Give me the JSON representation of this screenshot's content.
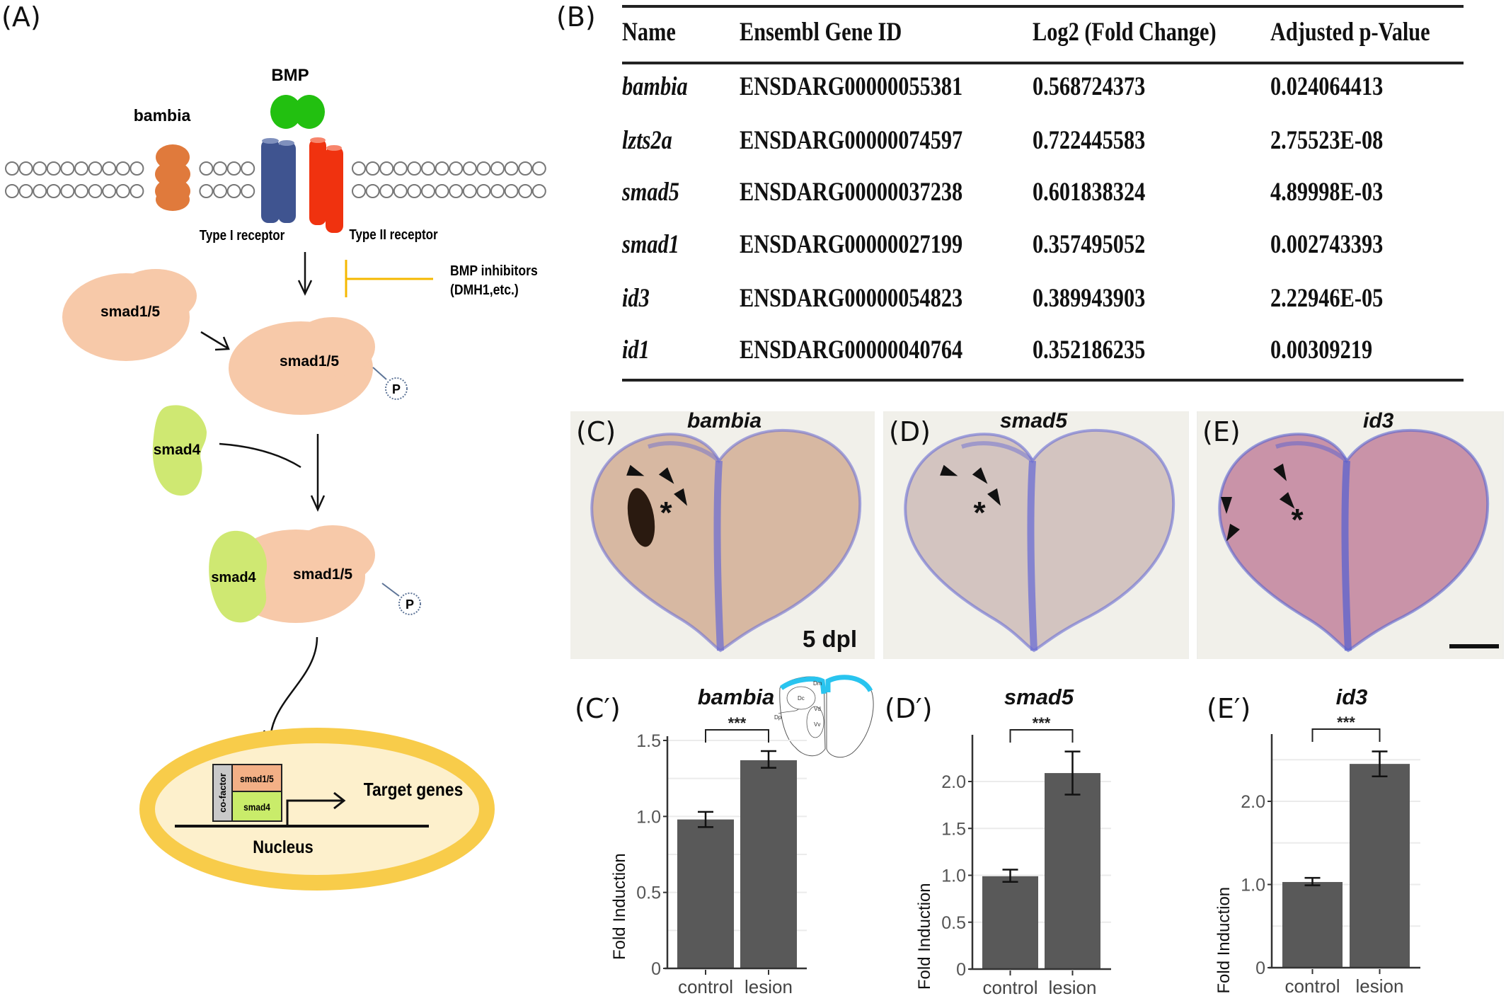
{
  "figure": {
    "panel_labels": {
      "A": "(A)",
      "B": "(B)",
      "C": "(C)",
      "D": "(D)",
      "E": "(E)",
      "Cp": "(C′)",
      "Dp": "(D′)",
      "Ep": "(E′)"
    }
  },
  "pathway": {
    "bmp_label": "BMP",
    "bambia_label": "bambia",
    "type1_label": "Type I receptor",
    "type2_label": "Type II receptor",
    "inhibitor_line1": "BMP inhibitors",
    "inhibitor_line2": "(DMH1,etc.)",
    "smad15_label": "smad1/5",
    "smad4_label": "smad4",
    "phospho_label": "P",
    "cofactor_label": "co-factor",
    "target_genes_label": "Target genes",
    "nucleus_label": "Nucleus",
    "colors": {
      "bmp": "#22c010",
      "bambia": "#e07a3c",
      "type1": "#3f5490",
      "type2": "#f0320f",
      "smad15": "#f7c9a9",
      "smad4": "#cfe872",
      "inhibitor": "#f5b800",
      "nucleus_ring": "#f8cc4a",
      "nucleus_fill": "#fdf0cc",
      "cofactor": "#c9c9c9",
      "cell_smad15": "#f3b086",
      "cell_smad4": "#c9ec6a"
    }
  },
  "table": {
    "headers": [
      "Name",
      "Ensembl Gene ID",
      "Log2 (Fold Change)",
      "Adjusted p-Value"
    ],
    "rows": [
      [
        "bambia",
        "ENSDARG00000055381",
        "0.568724373",
        "0.024064413"
      ],
      [
        "lzts2a",
        "ENSDARG00000074597",
        "0.722445583",
        "2.75523E-08"
      ],
      [
        "smad5",
        "ENSDARG00000037238",
        "0.601838324",
        "4.89998E-03"
      ],
      [
        "smad1",
        "ENSDARG00000027199",
        "0.357495052",
        "0.002743393"
      ],
      [
        "id3",
        "ENSDARG00000054823",
        "0.389943903",
        "2.22946E-05"
      ],
      [
        "id1",
        "ENSDARG00000040764",
        "0.352186235",
        "0.00309219"
      ]
    ]
  },
  "micrographs": [
    {
      "label": "(C)",
      "gene": "bambia",
      "annotation": "5 dpl",
      "marker": "*",
      "scale_bar": false
    },
    {
      "label": "(D)",
      "gene": "smad5",
      "annotation": "",
      "marker": "*",
      "scale_bar": false
    },
    {
      "label": "(E)",
      "gene": "id3",
      "annotation": "",
      "marker": "*",
      "scale_bar": true
    }
  ],
  "inset": {
    "regions": [
      "Dm",
      "Dc",
      "Vd",
      "Dp",
      "Vv"
    ],
    "highlight_color": "#29c4ef"
  },
  "chart_data": [
    {
      "type": "bar",
      "panel": "(C′)",
      "title": "bambia",
      "categories": [
        "control",
        "lesion"
      ],
      "values": [
        0.98,
        1.37
      ],
      "error_low": [
        0.93,
        1.32
      ],
      "error_high": [
        1.03,
        1.43
      ],
      "ylabel": "Fold Induction",
      "xlabel": "",
      "ylim": [
        0,
        1.55
      ],
      "yticks": [
        0,
        0.5,
        1.0,
        1.5
      ],
      "ytick_labels": [
        "0",
        "0.5",
        "1.0",
        "1.5"
      ],
      "minor_grid": [
        0.25,
        0.75,
        1.25
      ],
      "significance": "***",
      "grid": true,
      "bar_color": "#595959"
    },
    {
      "type": "bar",
      "panel": "(D′)",
      "title": "smad5",
      "categories": [
        "control",
        "lesion"
      ],
      "values": [
        0.99,
        2.09
      ],
      "error_low": [
        0.93,
        1.86
      ],
      "error_high": [
        1.06,
        2.32
      ],
      "ylabel": "Fold Induction",
      "xlabel": "",
      "ylim": [
        0,
        2.5
      ],
      "yticks": [
        0,
        0.5,
        1.0,
        1.5,
        2.0
      ],
      "ytick_labels": [
        "0",
        "0.5",
        "1.0",
        "1.5",
        "2.0"
      ],
      "minor_grid": [],
      "significance": "***",
      "grid": true,
      "bar_color": "#595959"
    },
    {
      "type": "bar",
      "panel": "(E′)",
      "title": "id3",
      "categories": [
        "control",
        "lesion"
      ],
      "values": [
        1.03,
        2.45
      ],
      "error_low": [
        0.99,
        2.3
      ],
      "error_high": [
        1.08,
        2.6
      ],
      "ylabel": "Fold Induction",
      "xlabel": "",
      "ylim": [
        0,
        2.85
      ],
      "yticks": [
        0,
        1.0,
        2.0
      ],
      "ytick_labels": [
        "0",
        "1.0",
        "2.0"
      ],
      "minor_grid": [
        0.5,
        1.5,
        2.5
      ],
      "significance": "***",
      "grid": true,
      "bar_color": "#595959"
    }
  ]
}
